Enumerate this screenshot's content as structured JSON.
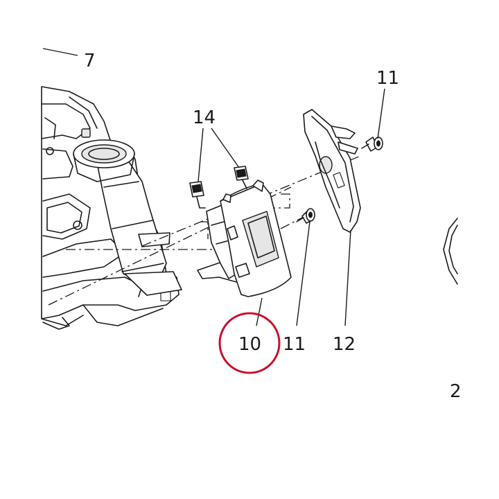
{
  "callouts": {
    "c7": "7",
    "c11_top": "11",
    "c14": "14",
    "c10": "10",
    "c11_bottom": "11",
    "c12": "12",
    "c2_partial": "2"
  },
  "highlight": {
    "target": "10",
    "color": "#c8102e"
  }
}
